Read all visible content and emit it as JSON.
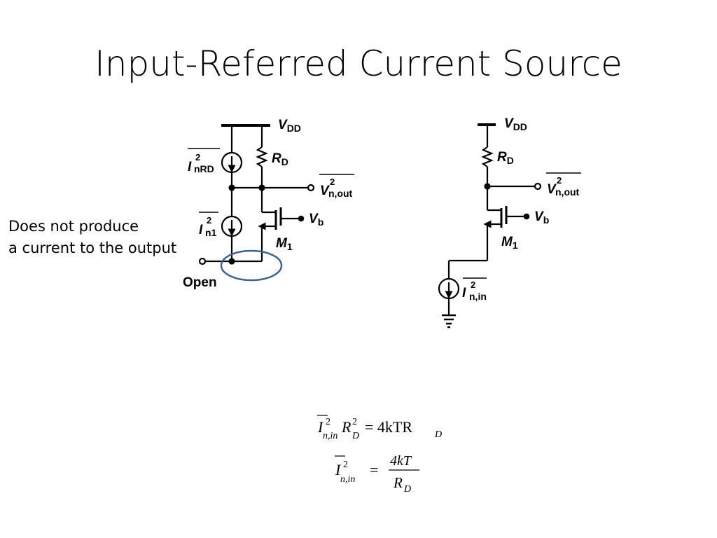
{
  "slide": {
    "title": "Input-Referred Current Source",
    "note_line1": "Does not produce",
    "note_line2": "a current to the output"
  },
  "left_circuit": {
    "vdd": "V",
    "vdd_sub": "DD",
    "rd": "R",
    "rd_sub": "D",
    "inrd": "I",
    "inrd_sup": "2",
    "inrd_sub": "nRD",
    "in1": "I",
    "in1_sup": "2",
    "in1_sub": "n1",
    "vout": "V",
    "vout_sup": "2",
    "vout_sub": "n,out",
    "vb": "V",
    "vb_sub": "b",
    "m1": "M",
    "m1_sub": "1",
    "open": "Open"
  },
  "right_circuit": {
    "vdd": "V",
    "vdd_sub": "DD",
    "rd": "R",
    "rd_sub": "D",
    "vout": "V",
    "vout_sup": "2",
    "vout_sub": "n,out",
    "vb": "V",
    "vb_sub": "b",
    "m1": "M",
    "m1_sub": "1",
    "inin": "I",
    "inin_sup": "2",
    "inin_sub": "n,in"
  },
  "equations": {
    "eq1_I": "I",
    "eq1_I_sup": "2",
    "eq1_I_sub": "n,in",
    "eq1_R": "R",
    "eq1_R_sup": "2",
    "eq1_R_sub": "D",
    "eq1_rhs": "= 4kTR",
    "eq1_rhs_sub": "D",
    "eq2_I": "I",
    "eq2_I_sup": "2",
    "eq2_I_sub": "n,in",
    "eq2_eq": "=",
    "eq2_num": "4kT",
    "eq2_den": "R",
    "eq2_den_sub": "D"
  },
  "colors": {
    "highlight_ellipse": "#3f6391",
    "ink": "#000000"
  }
}
